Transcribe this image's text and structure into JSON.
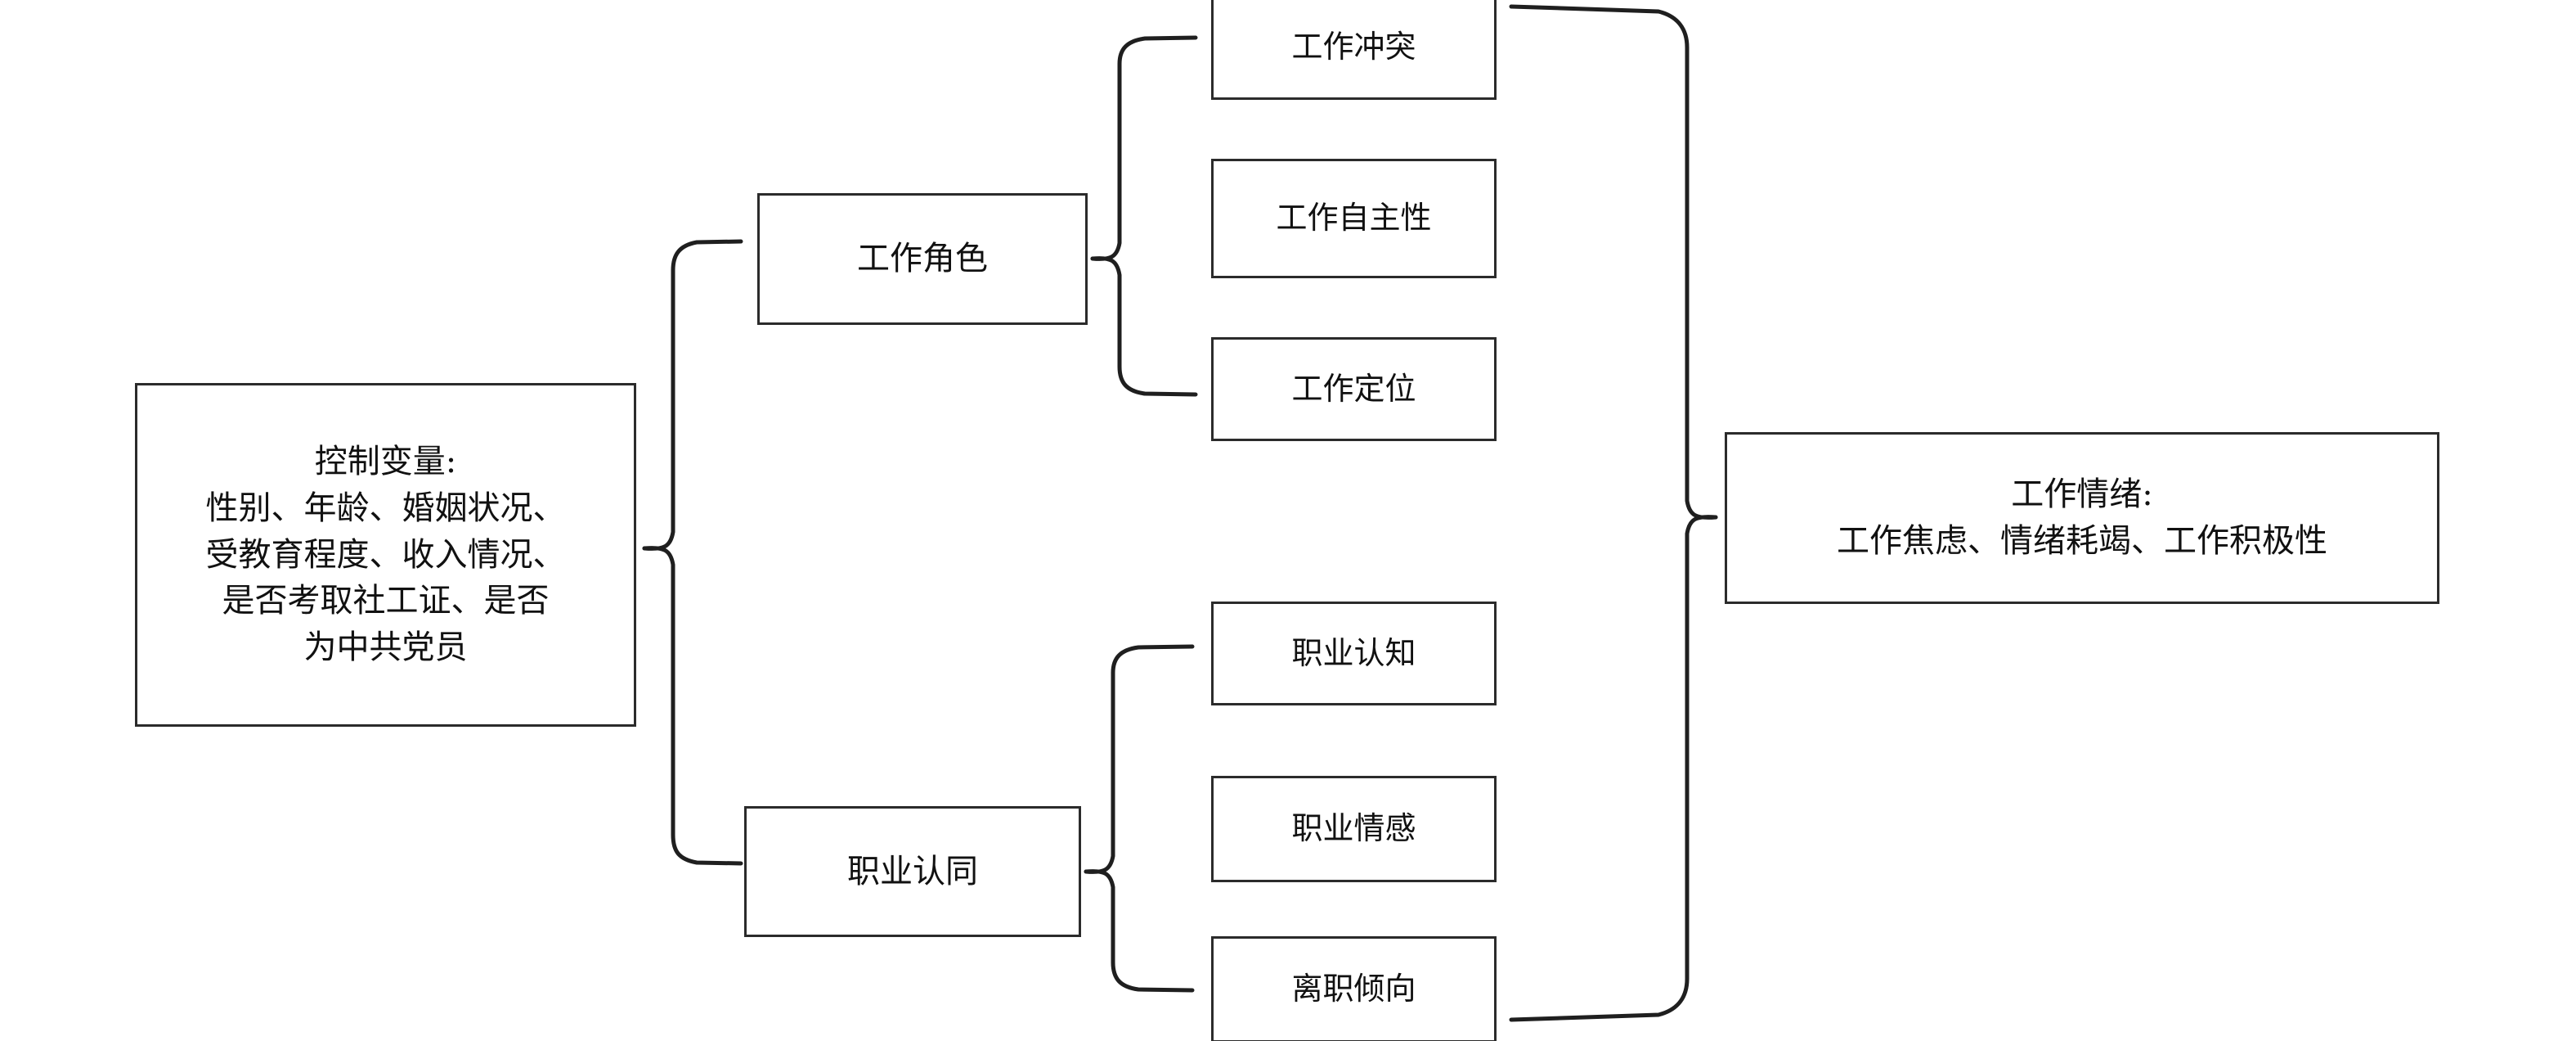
{
  "diagram": {
    "title_text": "",
    "stroke_color": "#1f1f1f",
    "box_border_color": "#2b2b2b",
    "background_color": "#ffffff",
    "nodes": {
      "control": {
        "label": "控制变量:\n性别、年龄、婚姻状况、\n受教育程度、收入情况、\n是否考取社工证、是否\n为中共党员"
      },
      "work_role": {
        "label": "工作角色"
      },
      "professional_identity": {
        "label": "职业认同"
      },
      "outcome": {
        "label": "工作情绪:\n工作焦虑、情绪耗竭、工作积极性"
      }
    },
    "work_role_children": [
      {
        "label": "工作冲突"
      },
      {
        "label": "工作自主性"
      },
      {
        "label": "工作定位"
      }
    ],
    "professional_identity_children": [
      {
        "label": "职业认知"
      },
      {
        "label": "职业情感"
      },
      {
        "label": "离职倾向"
      }
    ],
    "connectors": [
      {
        "name": "brace-control-to-mediators",
        "type": "left-brace"
      },
      {
        "name": "brace-work-role-to-children",
        "type": "left-brace"
      },
      {
        "name": "brace-professional-identity-to-children",
        "type": "left-brace"
      },
      {
        "name": "brace-children-to-outcome",
        "type": "right-brace"
      }
    ]
  }
}
